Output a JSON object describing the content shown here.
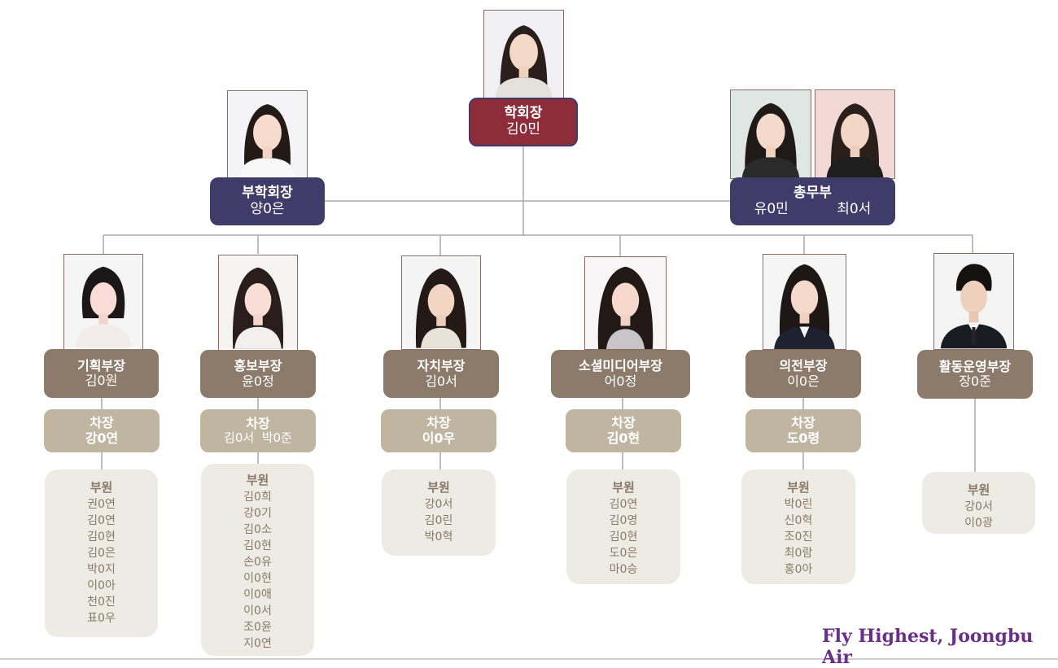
{
  "president": {
    "title": "학회장",
    "name": "김0민"
  },
  "vice_president": {
    "title": "부학회장",
    "name": "양0은"
  },
  "general_affairs": {
    "title": "총무부",
    "names": [
      "유0민",
      "최0서"
    ]
  },
  "departments": [
    {
      "title": "기획부장",
      "head": "김0원",
      "deputy_title": "차장",
      "deputy": "강0연",
      "members_title": "부원",
      "members": [
        "권0연",
        "김0연",
        "김0현",
        "김0은",
        "박0지",
        "이0아",
        "천0진",
        "표0우"
      ]
    },
    {
      "title": "홍보부장",
      "head": "윤0정",
      "deputy_title": "차장",
      "deputy": "김0서  박0준",
      "members_title": "부원",
      "members": [
        "김0희",
        "강0기",
        "김0소",
        "김0현",
        "손0유",
        "이0현",
        "이0애",
        "이0서",
        "조0윤",
        "지0연"
      ]
    },
    {
      "title": "자치부장",
      "head": "김0서",
      "deputy_title": "차장",
      "deputy": "이0우",
      "members_title": "부원",
      "members": [
        "강0서",
        "김0린",
        "박0혁"
      ]
    },
    {
      "title": "소셜미디어부장",
      "head": "어0정",
      "deputy_title": "차장",
      "deputy": "김0현",
      "members_title": "부원",
      "members": [
        "김0연",
        "김0영",
        "김0현",
        "도0은",
        "마0승"
      ]
    },
    {
      "title": "의전부장",
      "head": "이0은",
      "deputy_title": "차장",
      "deputy": "도0령",
      "members_title": "부원",
      "members": [
        "박0린",
        "신0혁",
        "조0진",
        "최0람",
        "홍0아"
      ]
    },
    {
      "title": "활동운영부장",
      "head": "장0준",
      "members_title": "부원",
      "members": [
        "강0서",
        "이0광"
      ]
    }
  ],
  "slogan": "Fly Highest, Joongbu Air",
  "colors": {
    "president": "#8e2d3a",
    "navy": "#3f3c69",
    "head": "#8c7b6b",
    "deputy": "#c0b5a1",
    "members_bg": "#eeebe4",
    "slogan": "#6a2f87"
  }
}
